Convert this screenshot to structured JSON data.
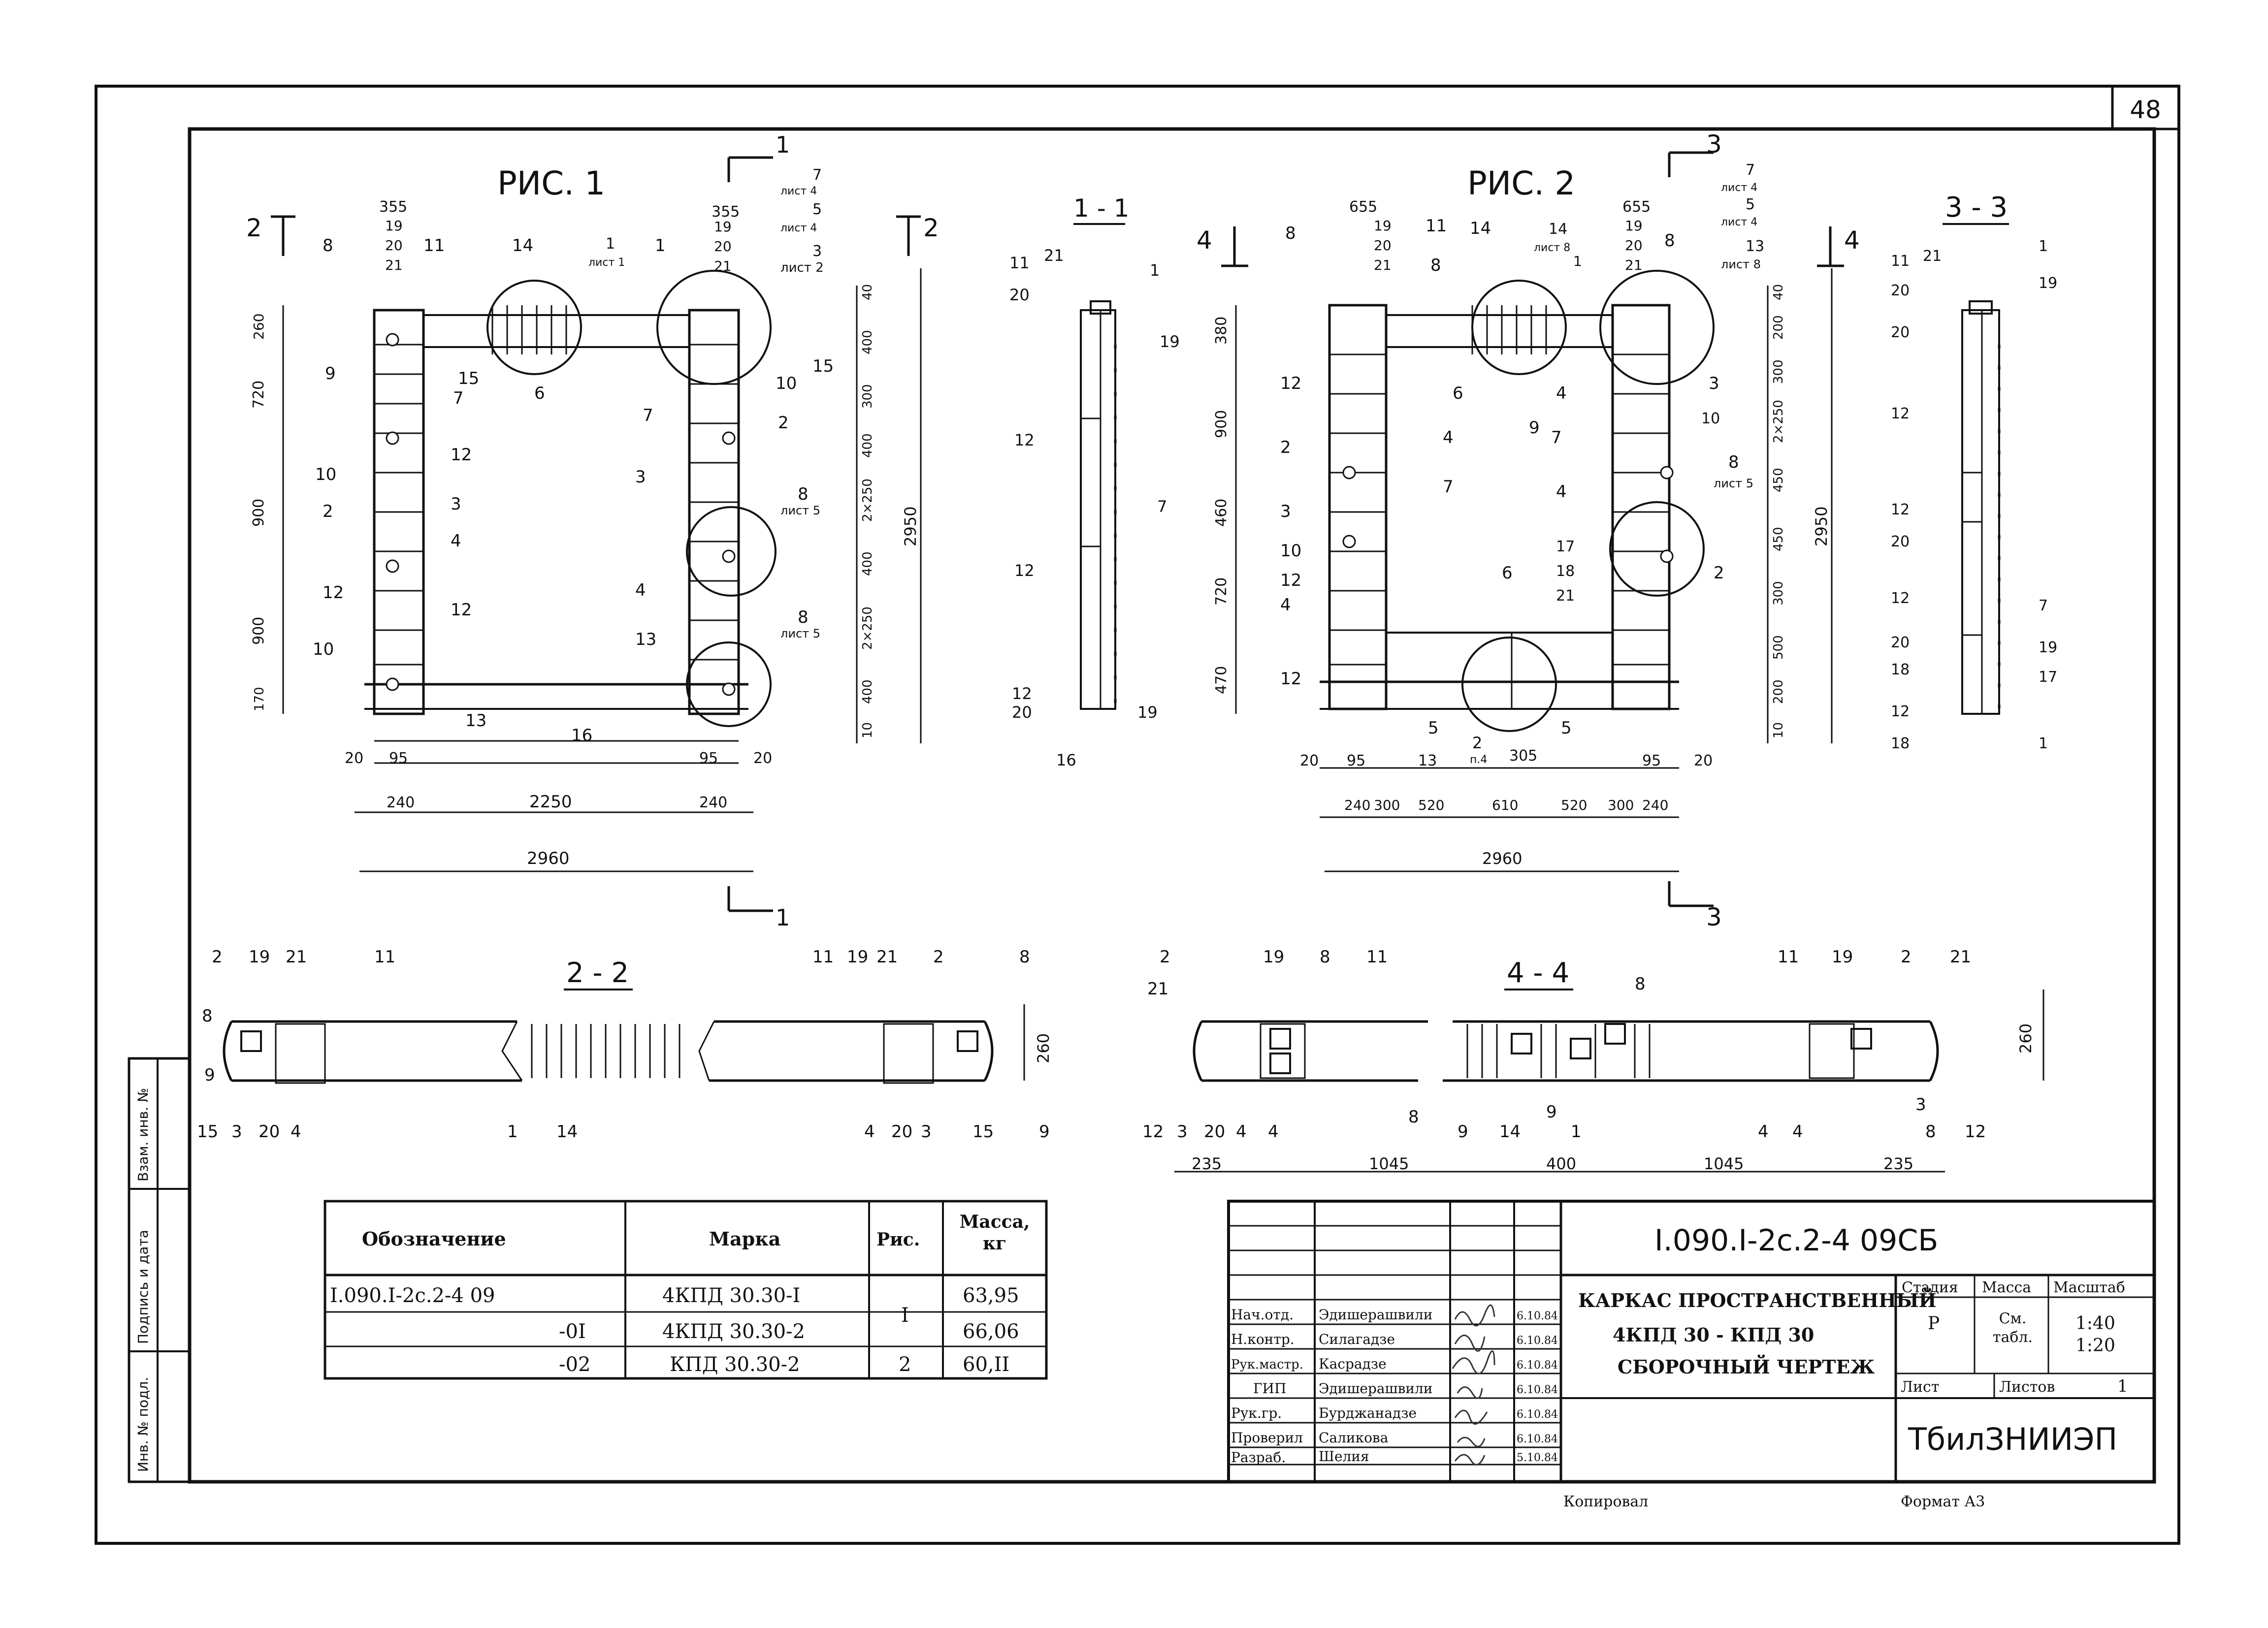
{
  "sheet": {
    "number": "48",
    "side_labels": [
      "Инв. № подл.",
      "Подпись и дата",
      "Взам. инв. №"
    ]
  },
  "fig1": {
    "title": "РИС. 1",
    "dims_top": [
      "355",
      "355"
    ],
    "stack_top_left": [
      "19",
      "20",
      "21"
    ],
    "stack_top_right": [
      "19",
      "20",
      "21"
    ],
    "refs_right": [
      "7",
      "лист 4",
      "5",
      "лист 4",
      "3",
      "лист 2"
    ],
    "callouts_left": [
      "8",
      "11",
      "14",
      "1",
      "лист 1",
      "1",
      "9",
      "15",
      "7",
      "12",
      "10",
      "2",
      "3",
      "4",
      "12",
      "12",
      "10",
      "13",
      "16",
      "6"
    ],
    "callouts_right": [
      "15",
      "10",
      "2",
      "7",
      "3",
      "8",
      "лист 5",
      "4",
      "13",
      "8",
      "лист 5"
    ],
    "dims_left": [
      "260",
      "720",
      "900",
      "900",
      "170"
    ],
    "dims_right": [
      "40",
      "400",
      "300",
      "400",
      "2×250",
      "400",
      "2×250",
      "400",
      "10"
    ],
    "dim_total_h": "2950",
    "dims_bottom": [
      "20",
      "95",
      "95",
      "20"
    ],
    "dims_bottom2": [
      "240",
      "2250",
      "240"
    ],
    "dim_total_w": "2960",
    "section_marks": [
      "2",
      "2",
      "1",
      "1"
    ]
  },
  "sec11": {
    "title": "1 - 1",
    "callouts": [
      "21",
      "11",
      "1",
      "20",
      "19",
      "12",
      "7",
      "12",
      "12",
      "20",
      "19",
      "16"
    ]
  },
  "fig2": {
    "title": "РИС. 2",
    "dims_top": [
      "655",
      "655"
    ],
    "stack_top_left": [
      "19",
      "20",
      "21"
    ],
    "stack_top_right": [
      "19",
      "20",
      "21"
    ],
    "refs_right": [
      "7",
      "лист 4",
      "5",
      "лист 4",
      "13",
      "лист 8"
    ],
    "refs_mid": [
      "14",
      "лист 8",
      "1"
    ],
    "callouts_left": [
      "8",
      "11",
      "14",
      "8",
      "12",
      "6",
      "9",
      "2",
      "4",
      "7",
      "3",
      "10",
      "12",
      "4",
      "12",
      "6"
    ],
    "callouts_right": [
      "8",
      "4",
      "3",
      "10",
      "8",
      "лист 5",
      "7",
      "4",
      "17",
      "18",
      "21",
      "2"
    ],
    "dims_left": [
      "380",
      "900",
      "460",
      "720",
      "470"
    ],
    "dims_right": [
      "40",
      "200",
      "300",
      "2×250",
      "450",
      "450",
      "300",
      "500",
      "200",
      "10"
    ],
    "dim_total_h": "2950",
    "bottom_callouts": [
      "5",
      "2",
      "п.4",
      "305",
      "5",
      "13"
    ],
    "dims_bottom": [
      "20",
      "95",
      "95",
      "20"
    ],
    "dims_bottom2": [
      "240",
      "300",
      "520",
      "610",
      "520",
      "300",
      "240"
    ],
    "dim_total_w": "2960",
    "section_marks": [
      "4",
      "4",
      "3",
      "3"
    ]
  },
  "sec33": {
    "title": "3 - 3",
    "callouts": [
      "11",
      "21",
      "1",
      "19",
      "20",
      "20",
      "12",
      "12",
      "20",
      "12",
      "7",
      "20",
      "19",
      "18",
      "17",
      "12",
      "18",
      "1"
    ]
  },
  "sec22": {
    "title": "2 - 2",
    "callouts_left": [
      "2",
      "19",
      "21",
      "11",
      "8",
      "9",
      "15",
      "3",
      "20",
      "4",
      "1",
      "14"
    ],
    "callouts_right": [
      "11",
      "19",
      "21",
      "2",
      "8",
      "4",
      "20",
      "3",
      "15",
      "9"
    ],
    "dim_h": "260"
  },
  "sec44": {
    "title": "4 - 4",
    "callouts_left": [
      "2",
      "19",
      "8",
      "11",
      "21",
      "12",
      "3",
      "20",
      "4",
      "4",
      "8",
      "9",
      "14",
      "9",
      "1",
      "8"
    ],
    "callouts_right": [
      "11",
      "19",
      "2",
      "21",
      "4",
      "4",
      "3",
      "8",
      "12"
    ],
    "dim_h": "260",
    "dims_bottom": [
      "235",
      "1045",
      "400",
      "1045",
      "235"
    ]
  },
  "spec_table": {
    "headers": [
      "Обозначение",
      "Марка",
      "Рис.",
      "Масса, кг"
    ],
    "rows": [
      {
        "designation": "I.090.I-2с.2-4 09",
        "mark": "4КПД 30.30-I",
        "fig": "I",
        "mass": "63,95"
      },
      {
        "designation": "-0I",
        "mark": "4КПД 30.30-2",
        "fig": "",
        "mass": "66,06"
      },
      {
        "designation": "-02",
        "mark": "КПД 30.30-2",
        "fig": "2",
        "mass": "60,II"
      }
    ]
  },
  "title_block": {
    "code": "I.090.I-2с.2-4 09СБ",
    "name_lines": [
      "КАРКАС ПРОСТРАНСТВЕННЫЙ",
      "4КПД 30 - КПД 30",
      "СБОРОЧНЫЙ ЧЕРТЕЖ"
    ],
    "stage_header": "Стадия",
    "mass_header": "Масса",
    "scale_header": "Масштаб",
    "stage": "Р",
    "mass": "См. табл.",
    "scale": [
      "1:40",
      "1:20"
    ],
    "sheet_label": "Лист",
    "sheets_label": "Листов",
    "sheets": "1",
    "org": "ТбилЗНИИЭП",
    "staff": [
      {
        "role": "Нач.отд.",
        "name": "Эдишерашвили",
        "date": "6.10.84"
      },
      {
        "role": "Н.контр.",
        "name": "Силагадзе",
        "date": "6.10.84"
      },
      {
        "role": "Рук.мастр.",
        "name": "Касрадзе",
        "date": "6.10.84"
      },
      {
        "role": "ГИП",
        "name": "Эдишерашвили",
        "date": "6.10.84"
      },
      {
        "role": "Рук.гр.",
        "name": "Бурджанадзе",
        "date": "6.10.84"
      },
      {
        "role": "Проверил",
        "name": "Саликова",
        "date": "6.10.84"
      },
      {
        "role": "Разраб.",
        "name": "Шелия",
        "date": "5.10.84"
      }
    ],
    "copied_label": "Копировал",
    "format_label": "Формат А3"
  }
}
